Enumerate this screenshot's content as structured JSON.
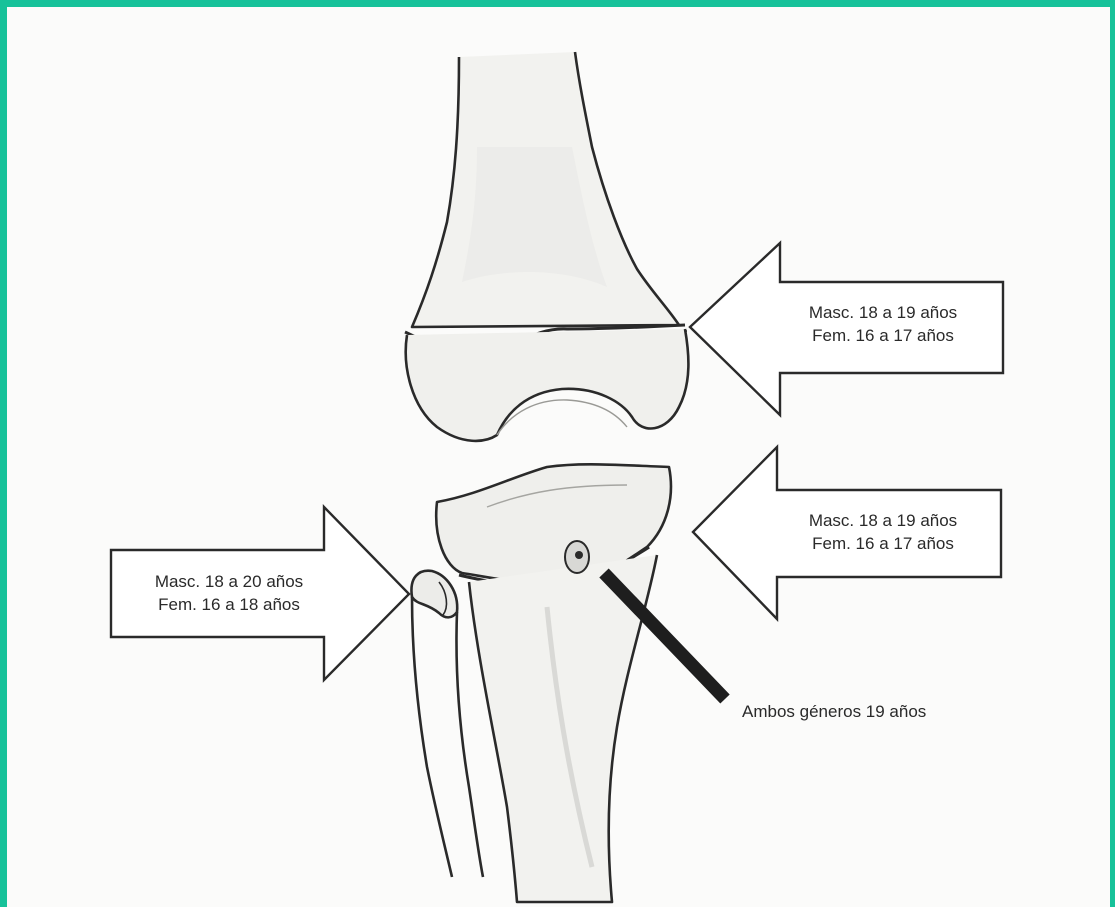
{
  "colors": {
    "frame_border": "#17c29a",
    "paper": "#fbfbfa",
    "ink": "#2a2a2a",
    "bone_shade": "#e6e6e3"
  },
  "labels": {
    "femur_distal": {
      "line1": "Masc. 18 a 19 años",
      "line2": "Fem. 16 a 17 años"
    },
    "tibia_proximal": {
      "line1": "Masc. 18 a 19 años",
      "line2": "Fem. 16 a 17 años"
    },
    "fibula_head": {
      "line1": "Masc. 18 a 20 años",
      "line2": "Fem. 16 a 18 años"
    },
    "tibial_tuberosity": "Ambos géneros 19 años"
  }
}
